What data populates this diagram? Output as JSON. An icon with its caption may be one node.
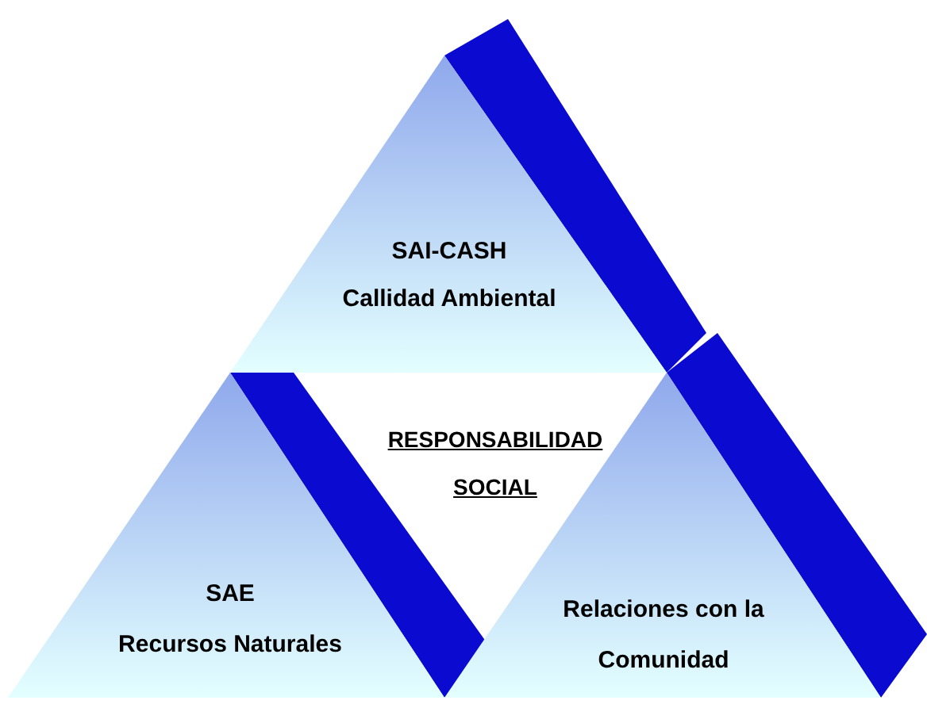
{
  "diagram": {
    "nodes": [
      {
        "text": [
          "SAI-CASH",
          "Callidad Ambiental"
        ]
      },
      {
        "text": [
          "SAE",
          "Recursos Naturales"
        ]
      },
      {
        "text": [
          "Relaciones con la Comunidad"
        ]
      }
    ],
    "labels": [
      "RESPONSABILIDAD SOCIAL"
    ]
  }
}
